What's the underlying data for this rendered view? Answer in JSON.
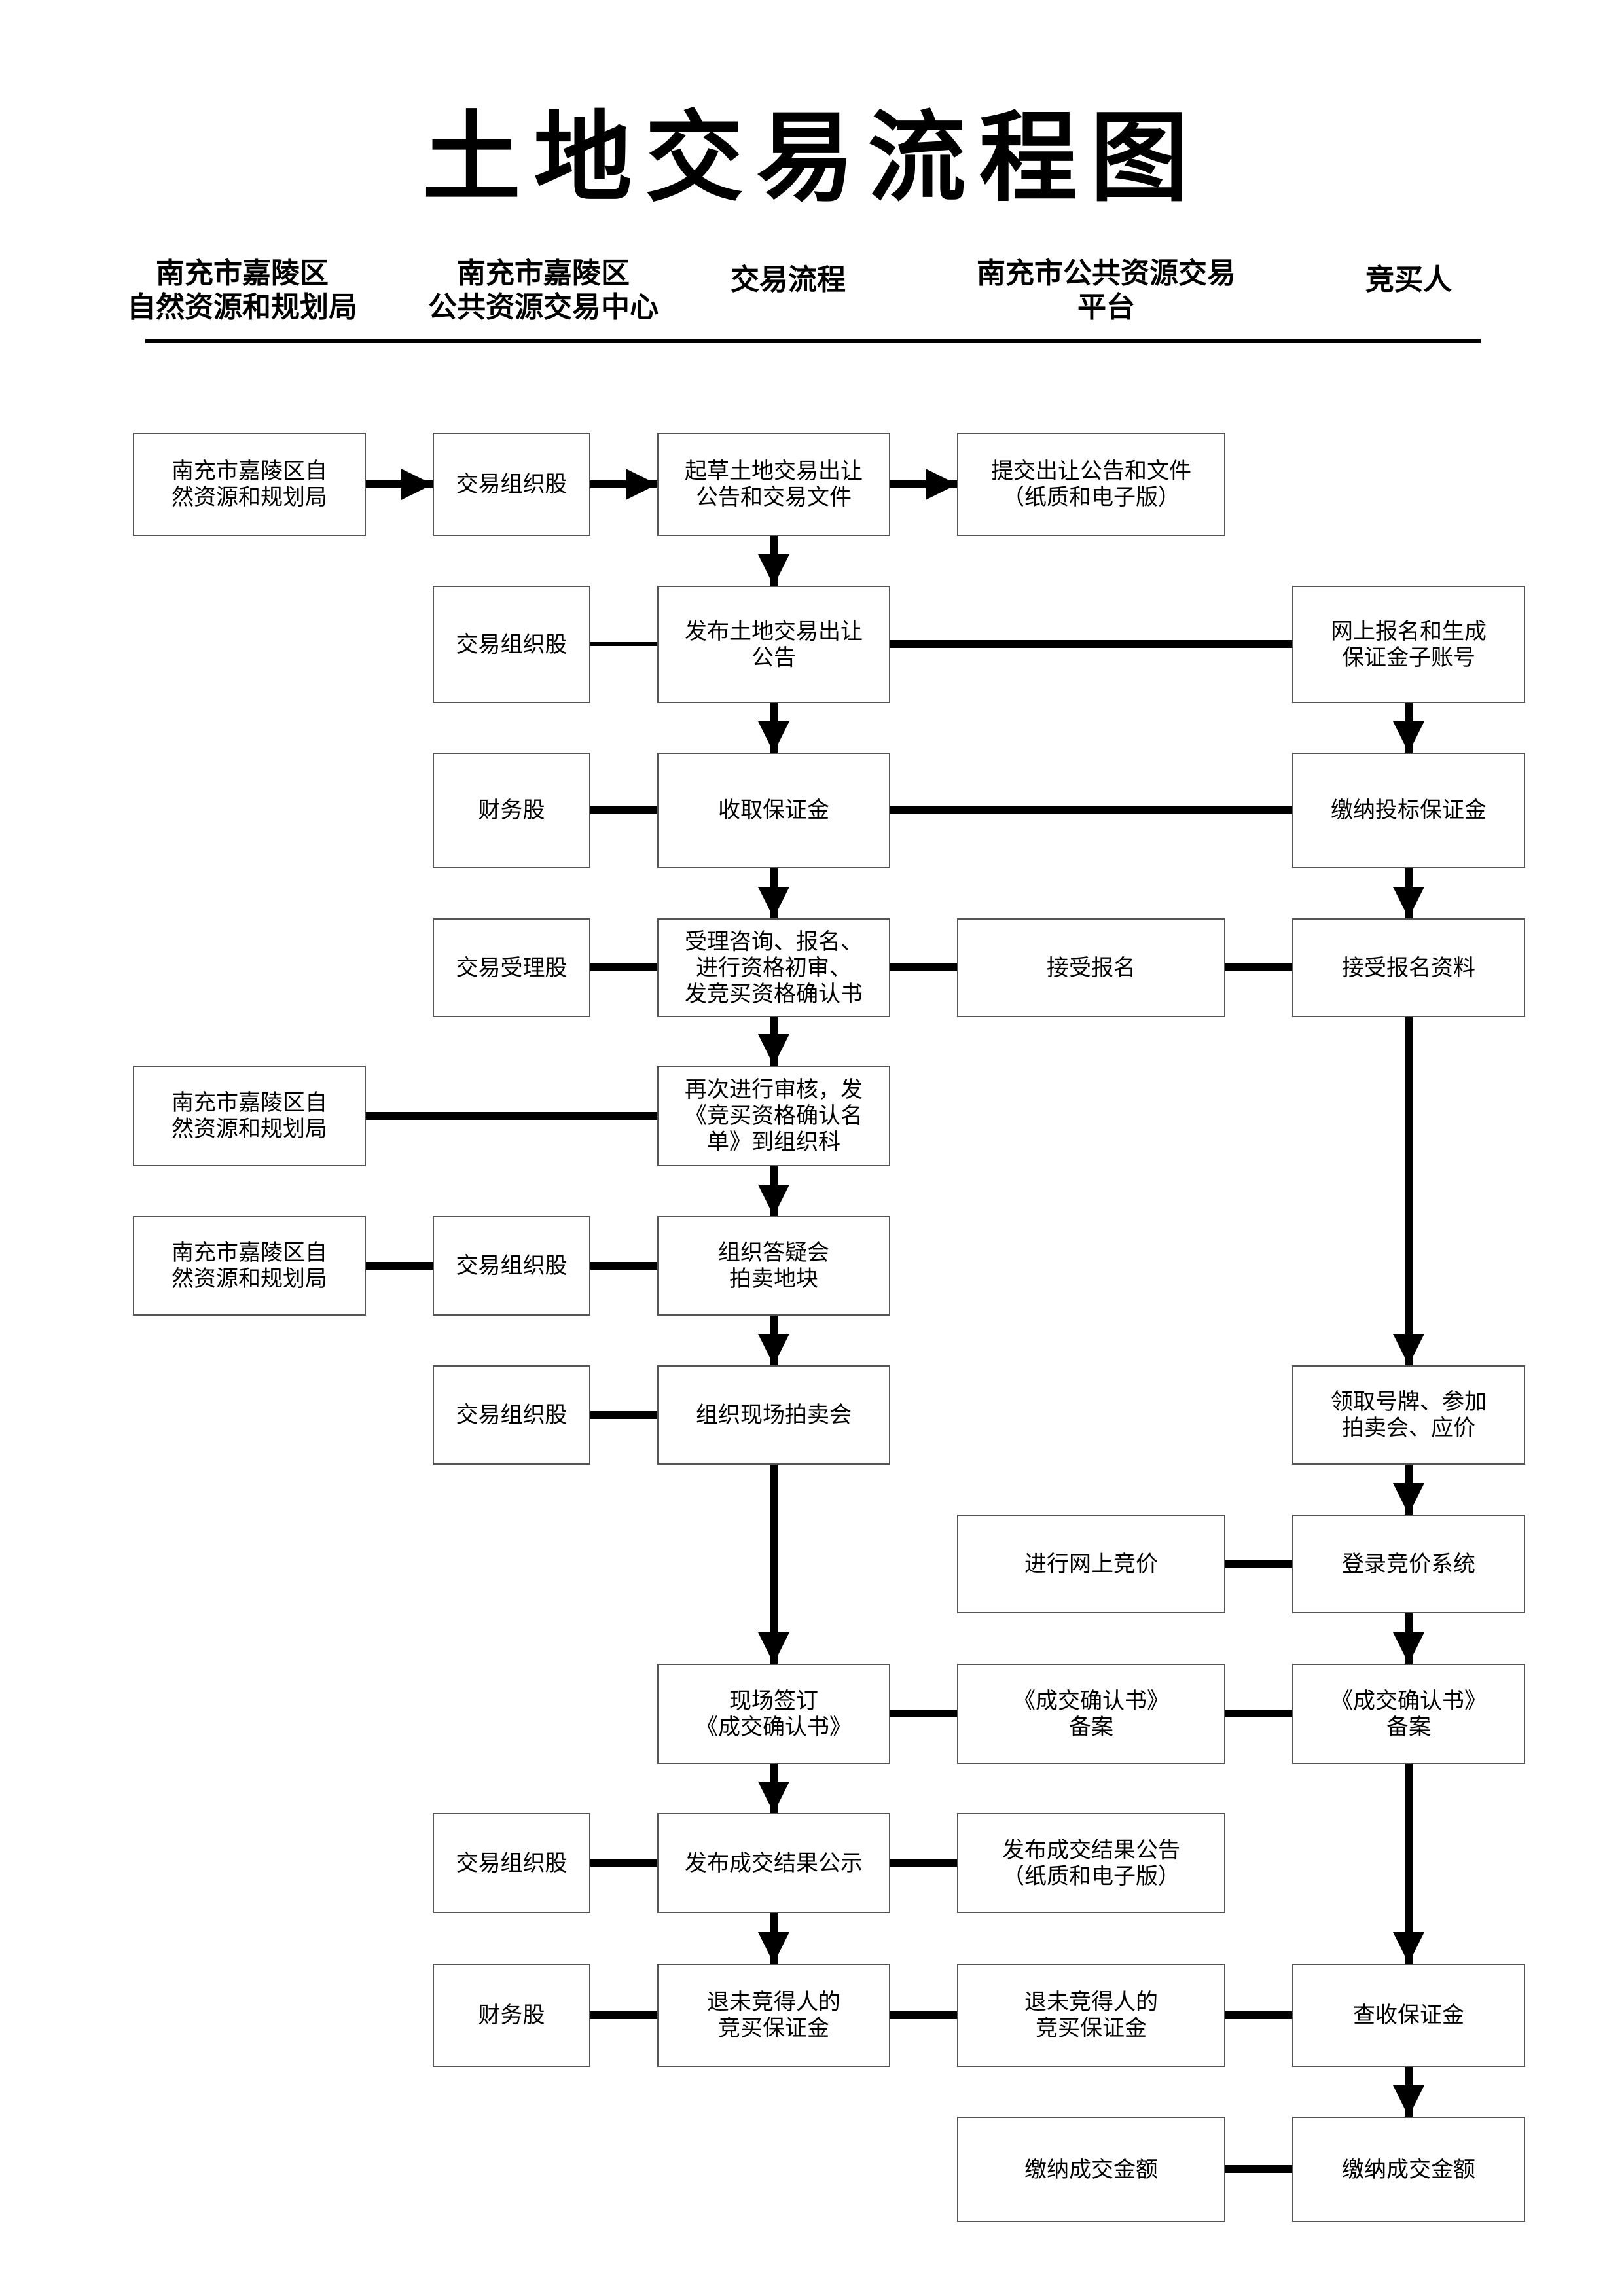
{
  "title": "土地交易流程图",
  "columns": [
    "南充市嘉陵区\n自然资源和规划局",
    "南充市嘉陵区\n公共资源交易中心",
    "交易流程",
    "南充市公共资源交易\n平台",
    "竞买人"
  ],
  "nodes": {
    "r1a": "南充市嘉陵区自\n然资源和规划局",
    "r1b": "交易组织股",
    "r1c": "起草土地交易出让\n公告和交易文件",
    "r1d": "提交出让公告和文件\n（纸质和电子版）",
    "r2b": "交易组织股",
    "r2c": "发布土地交易出让\n公告",
    "r2e": "网上报名和生成\n保证金子账号",
    "r3b": "财务股",
    "r3c": "收取保证金",
    "r3e": "缴纳投标保证金",
    "r4b": "交易受理股",
    "r4c": "受理咨询、报名、\n进行资格初审、\n发竞买资格确认书",
    "r4d": "接受报名",
    "r4e": "接受报名资料",
    "r5a": "南充市嘉陵区自\n然资源和规划局",
    "r5c": "再次进行审核，发\n《竞买资格确认名\n单》到组织科",
    "r6a": "南充市嘉陵区自\n然资源和规划局",
    "r6b": "交易组织股",
    "r6c": "组织答疑会\n拍卖地块",
    "r7b": "交易组织股",
    "r7c": "组织现场拍卖会",
    "r7e": "领取号牌、参加\n拍卖会、应价",
    "r8d": "进行网上竞价",
    "r8e": "登录竞价系统",
    "r9c": "现场签订\n《成交确认书》",
    "r9d": "《成交确认书》\n备案",
    "r9e": "《成交确认书》\n备案",
    "r10b": "交易组织股",
    "r10c": "发布成交结果公示",
    "r10d": "发布成交结果公告\n（纸质和电子版）",
    "r11b": "财务股",
    "r11c": "退未竞得人的\n竞买保证金",
    "r11d": "退未竞得人的\n竞买保证金",
    "r11e": "查收保证金",
    "r12d": "缴纳成交金额",
    "r12e": "缴纳成交金额"
  }
}
